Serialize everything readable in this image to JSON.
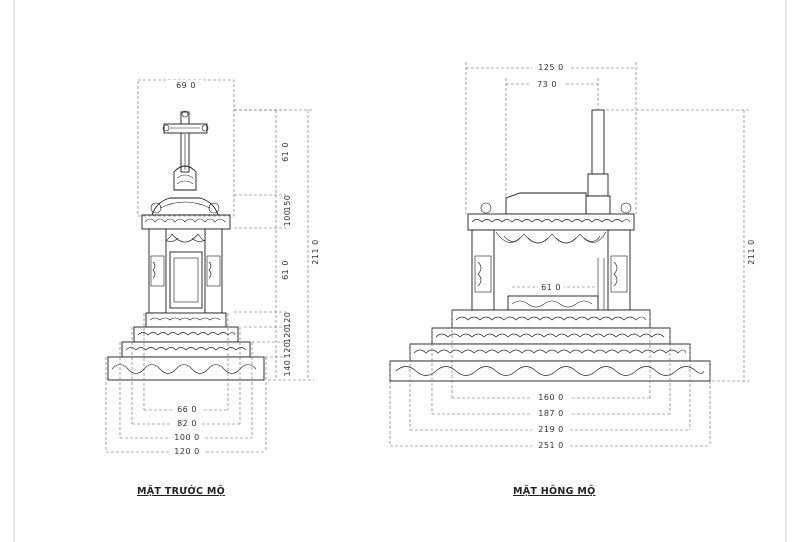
{
  "front_view": {
    "caption": "MẶT TRƯỚC MỘ",
    "dims": {
      "top_width": "69 0",
      "cross_height": "61 0",
      "pediment_a": "100",
      "pediment_b": "150",
      "body_height": "61 0",
      "total_height": "211 0",
      "step_1": "140",
      "step_2": "120",
      "step_3": "120",
      "step_4": "120",
      "base_1": "66 0",
      "base_2": "82 0",
      "base_3": "100 0",
      "base_4": "120 0"
    }
  },
  "side_view": {
    "caption": "MẶT HÔNG MỘ",
    "dims": {
      "overall_width": "125 0",
      "roof_width": "73 0",
      "total_height": "211 0",
      "inner_width": "61 0",
      "base_1": "160 0",
      "base_2": "187 0",
      "base_3": "219 0",
      "base_4": "251 0"
    }
  }
}
